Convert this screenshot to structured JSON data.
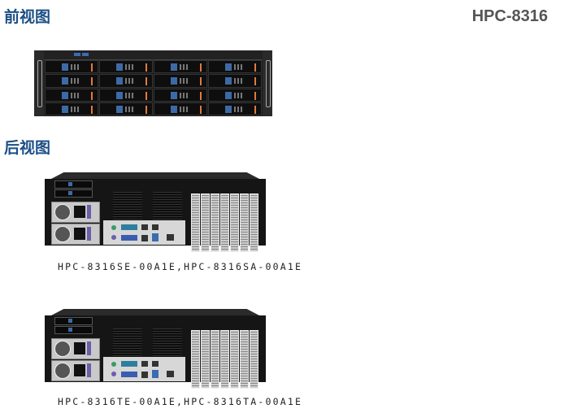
{
  "front_section": {
    "title": "前视图"
  },
  "model": "HPC-8316",
  "rear_section": {
    "title": "后视图"
  },
  "rear_views": [
    {
      "caption": "HPC-8316SE-00A1E,HPC-8316SA-00A1E"
    },
    {
      "caption": "HPC-8316TE-00A1E,HPC-8316TA-00A1E"
    }
  ],
  "colors": {
    "heading": "#1c4f86",
    "drive_label": "#3d6aa6",
    "drive_latch": "#e07a3a"
  }
}
